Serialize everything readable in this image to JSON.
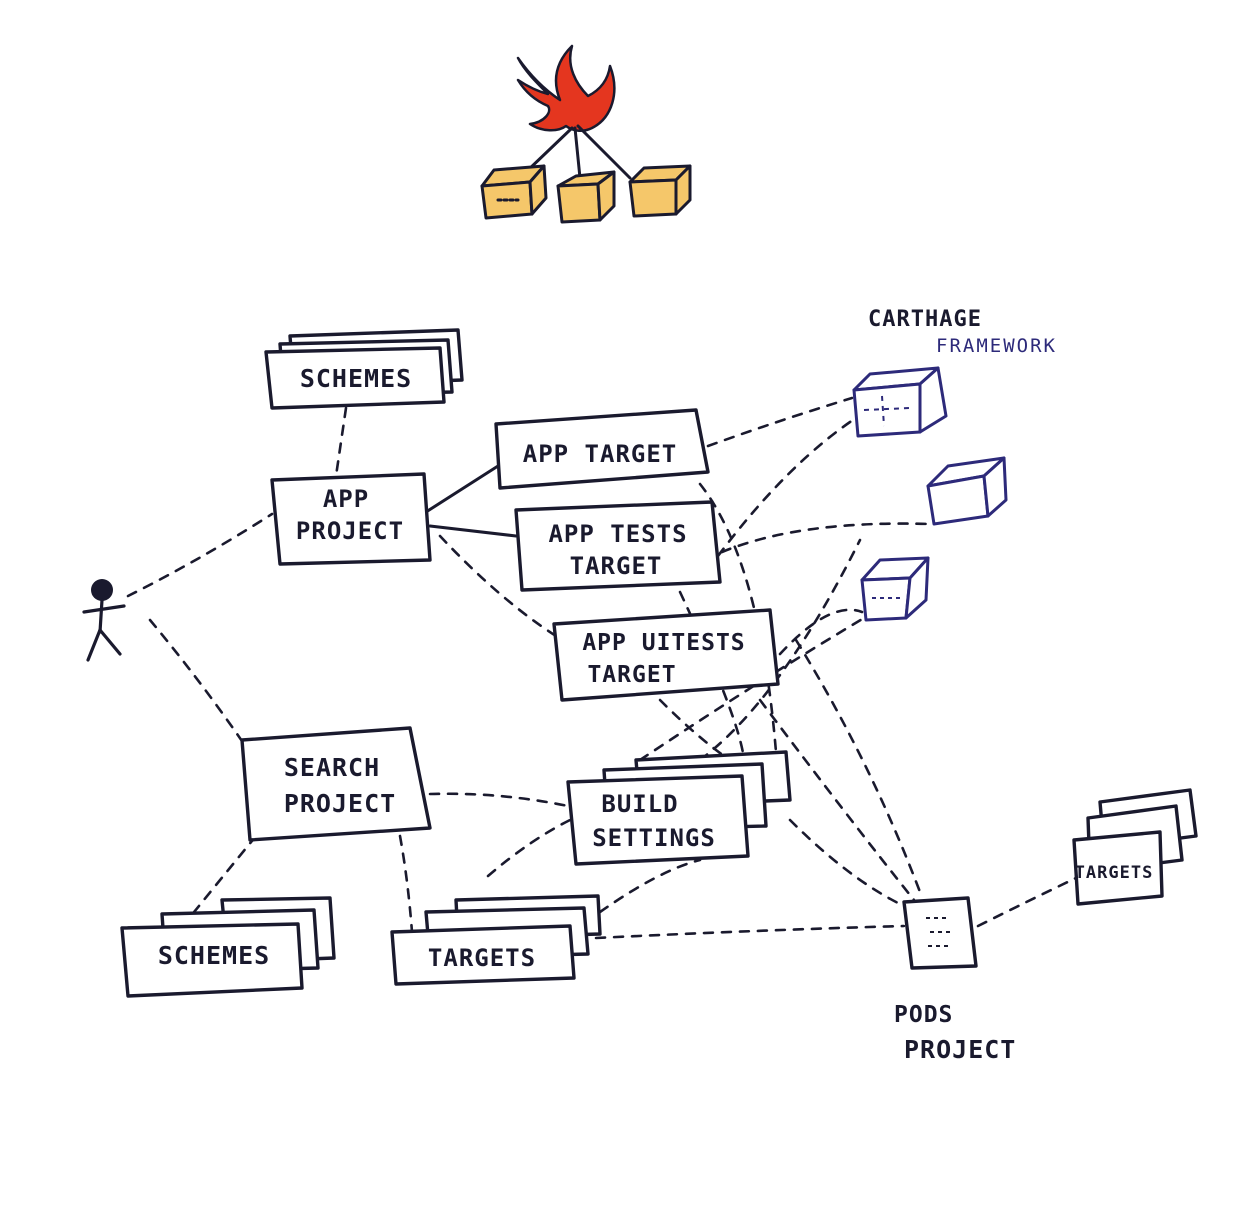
{
  "title": "",
  "colors": {
    "ink": "#1a1a2e",
    "swift_orange": "#e4361f",
    "package_fill": "#f5c76a",
    "carthage_blue": "#2d2a7a"
  },
  "icons": {
    "logo": "swift-bird-icon",
    "packages": "package-box-icon",
    "user": "stick-figure-icon",
    "framework": "framework-cube-icon",
    "pods_file": "document-icon"
  },
  "nodes": {
    "schemes_top": "SCHEMES",
    "app_project": [
      "APP",
      "PROJECT"
    ],
    "app_target": "APP TARGET",
    "app_tests_target": [
      "APP TESTS",
      "TARGET"
    ],
    "app_uitests_target": [
      "APP UITESTS",
      "TARGET"
    ],
    "search_project": [
      "SEARCH",
      "PROJECT"
    ],
    "build_settings": [
      "BUILD",
      "SETTINGS"
    ],
    "schemes_bottom": "SCHEMES",
    "targets_bottom": "TARGETS",
    "pods_targets": "TARGETS",
    "pods_project": [
      "PODS",
      "PROJECT"
    ],
    "carthage": [
      "CARTHAGE",
      "FRAMEWORK"
    ]
  }
}
